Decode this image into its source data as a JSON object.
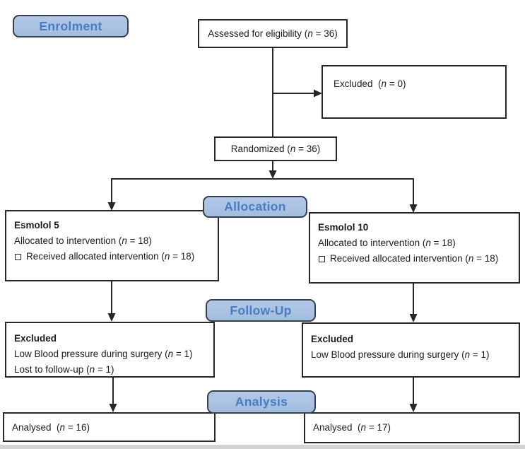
{
  "palette": {
    "badge_fill": "#b2c8e8",
    "badge_border": "#35404d",
    "badge_text": "#4a7cbe",
    "box_border": "#272727",
    "line": "#272727",
    "background": "#ffffff",
    "bottom_strip": "#d3d3d3"
  },
  "stage_labels": {
    "enrolment": "Enrolment",
    "allocation": "Allocation",
    "follow_up": "Follow-Up",
    "analysis": "Analysis"
  },
  "boxes": {
    "assessed": {
      "text": "Assessed for eligibility (n = 36)"
    },
    "excluded_enrolment": {
      "text": "Excluded  (n = 0)"
    },
    "randomized": {
      "text": "Randomized (n = 36)"
    },
    "allocation_left": {
      "title": "Esmolol 5",
      "line1": "Allocated to intervention (n = 18)",
      "line2": "Received allocated intervention (n = 18)"
    },
    "allocation_right": {
      "title": "Esmolol 10",
      "line1": "Allocated to intervention (n = 18)",
      "line2": "Received allocated intervention (n = 18)"
    },
    "followup_left": {
      "title": "Excluded",
      "line1": "Low Blood pressure during surgery (n = 1)",
      "line2": "Lost to follow-up (n = 1)"
    },
    "followup_right": {
      "title": "Excluded",
      "line1": "Low Blood pressure during surgery (n = 1)"
    },
    "analysis_left": {
      "text": "Analysed  (n = 16)"
    },
    "analysis_right": {
      "text": "Analysed  (n = 17)"
    }
  }
}
